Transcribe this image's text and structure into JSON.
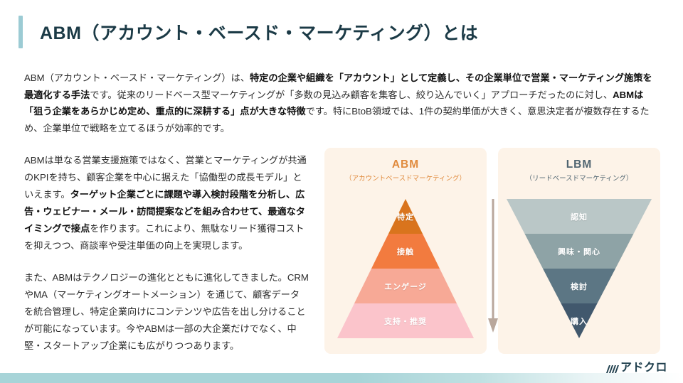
{
  "page": {
    "title": "ABM（アカウント・ベースド・マーケティング）とは",
    "accent_color": "#9ccbd4",
    "title_color": "#1b3a46"
  },
  "intro": {
    "segments": [
      {
        "text": "ABM（アカウント・ベースド・マーケティング）は、",
        "bold": false
      },
      {
        "text": "特定の企業や組織を「アカウント」として定義し、その企業単位で営業・マーケティング施策を最適化する手法",
        "bold": true
      },
      {
        "text": "です。従来のリードベース型マーケティングが「多数の見込み顧客を集客し、絞り込んでいく」アプローチだったのに対し、",
        "bold": false
      },
      {
        "text": "ABMは「狙う企業をあらかじめ定め、重点的に深耕する」点が大きな特徴",
        "bold": true
      },
      {
        "text": "です。特にBtoB領域では、1件の契約単価が大きく、意思決定者が複数存在するため、企業単位で戦略を立てるほうが効率的です。",
        "bold": false
      }
    ]
  },
  "body": {
    "paragraphs": [
      {
        "segments": [
          {
            "text": "ABMは単なる営業支援施策ではなく、営業とマーケティングが共通のKPIを持ち、顧客企業を中心に据えた「協働型の成長モデル」といえます。",
            "bold": false
          },
          {
            "text": "ターゲット企業ごとに課題や導入検討段階を分析し、広告・ウェビナー・メール・訪問提案などを組み合わせて、最適なタイミングで接点",
            "bold": true
          },
          {
            "text": "を作ります。これにより、無駄なリード獲得コストを抑えつつ、商談率や受注単価の向上を実現します。",
            "bold": false
          }
        ]
      },
      {
        "segments": [
          {
            "text": "また、ABMはテクノロジーの進化とともに進化してきました。CRMやMA（マーケティングオートメーション）を通じて、顧客データを統合管理し、特定企業向けにコンテンツや広告を出し分けることが可能になっています。今やABMは一部の大企業だけでなく、中堅・スタートアップ企業にも広がりつつあります。",
            "bold": false
          }
        ]
      }
    ]
  },
  "diagram": {
    "panel_background": "#fdf3e8",
    "arrow_color": "#b9a79c",
    "abm": {
      "title": "ABM",
      "subtitle": "（アカウントベースドマーケティング）",
      "title_color": "#e08a3c",
      "shape": "pyramid",
      "layers": [
        {
          "label": "特定",
          "color": "#d9741d"
        },
        {
          "label": "接触",
          "color": "#f27b3f"
        },
        {
          "label": "エンゲージ",
          "color": "#f7a996"
        },
        {
          "label": "支持・推奨",
          "color": "#fbc4cb"
        }
      ]
    },
    "lbm": {
      "title": "LBM",
      "subtitle": "（リードベースドマーケティング）",
      "title_color": "#4f6470",
      "shape": "funnel",
      "layers": [
        {
          "label": "認知",
          "color": "#bac7c7"
        },
        {
          "label": "興味・関心",
          "color": "#8ea3a6"
        },
        {
          "label": "検討",
          "color": "#5c7684"
        },
        {
          "label": "購入",
          "color": "#41586d"
        }
      ]
    }
  },
  "footer": {
    "logo_text": "アドクロ",
    "bar_color": "#a7d4d8",
    "logo_color": "#1f3f4d"
  }
}
